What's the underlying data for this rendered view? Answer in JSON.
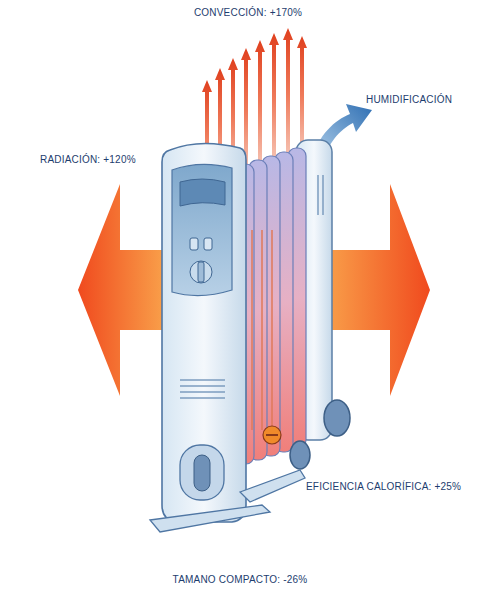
{
  "diagram": {
    "labels": [
      "CONVECCIÓN: +170%",
      "HUMIDIFICACIÓN",
      "RADIACIÓN: +120%",
      "EFICIENCIA CALORÍFICA: +25%",
      "TAMANO COMPACTO: -26%"
    ]
  }
}
